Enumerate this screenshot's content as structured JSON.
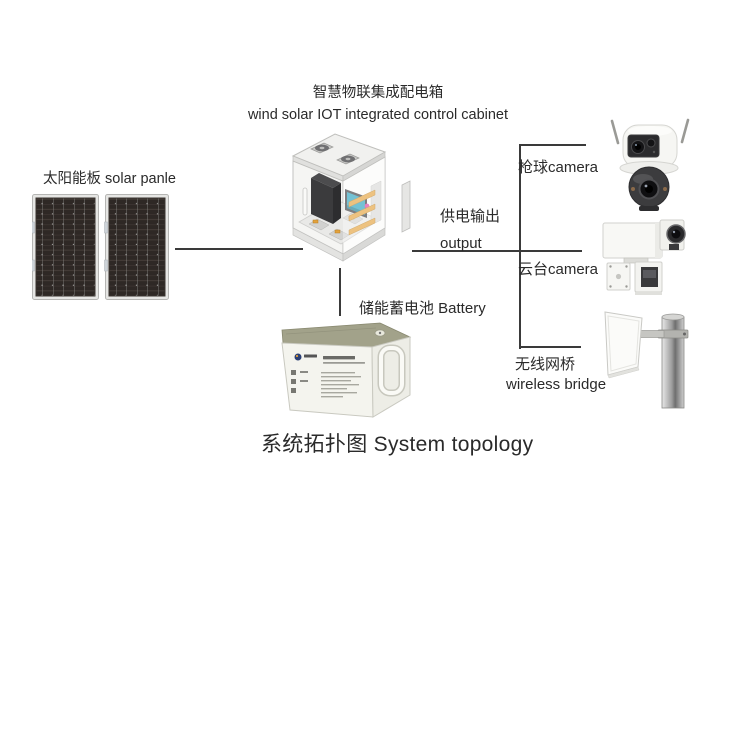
{
  "diagram": {
    "title": "系统拓扑图 System topology",
    "cabinet": {
      "label_zh": "智慧物联集成配电箱",
      "label_en": "wind solar IOT integrated control cabinet"
    },
    "solar": {
      "label": "太阳能板 solar panle"
    },
    "battery": {
      "label": "储能蓄电池 Battery"
    },
    "output": {
      "label_zh": "供电输出",
      "label_en": "output"
    },
    "devices": [
      {
        "label": "枪球camera"
      },
      {
        "label": "云台camera"
      },
      {
        "label_zh": "无线网桥",
        "label_en": "wireless bridge"
      }
    ]
  },
  "colors": {
    "line": "#3a3a3a",
    "text": "#2a2a2a",
    "screen-teal": "#2aa2bd",
    "terminal-orange": "#e3a23c",
    "battery-top": "#a2a28a",
    "indicator-magenta": "#d83f9e"
  }
}
